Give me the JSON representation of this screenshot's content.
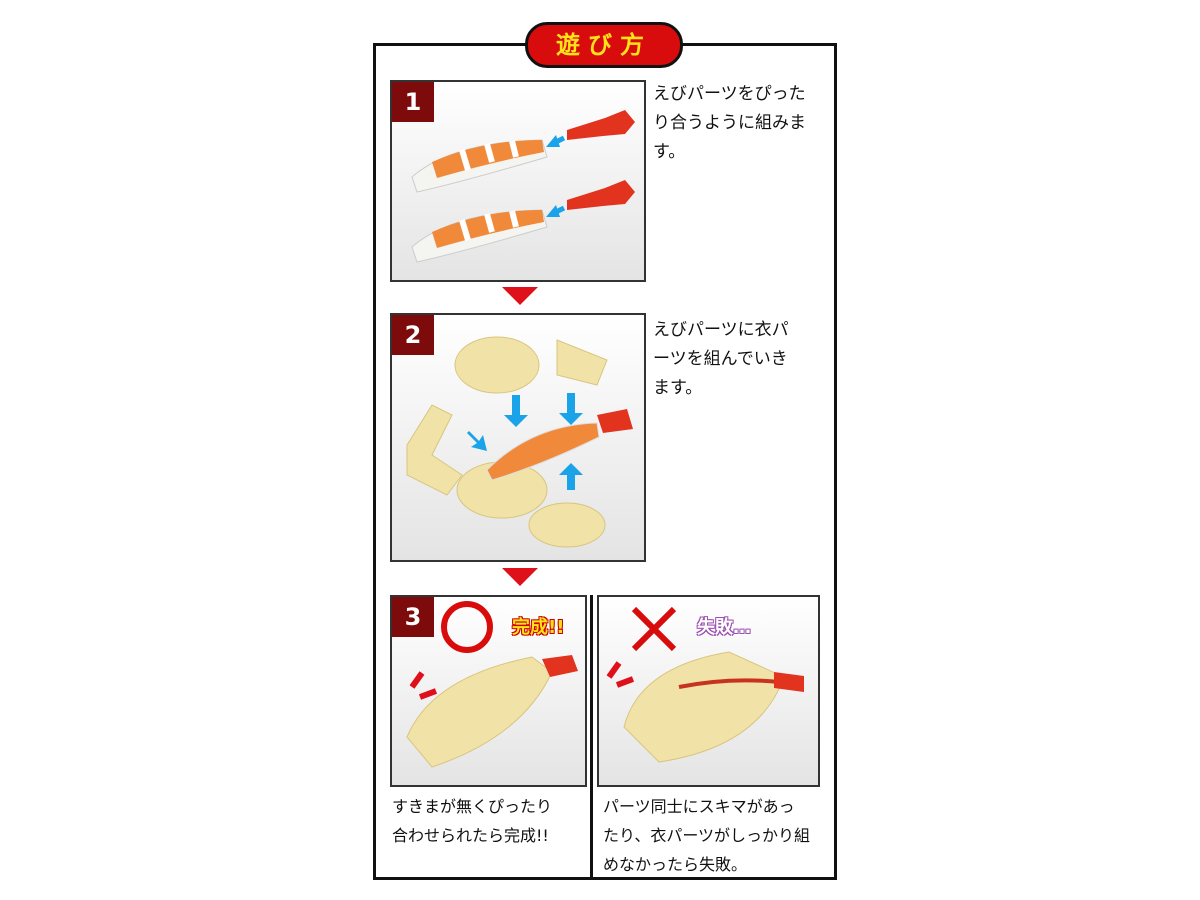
{
  "title": "遊び方",
  "steps": [
    {
      "number": "1",
      "text_lines": [
        "えびパーツをぴった",
        "り合うように組みま",
        "す。"
      ]
    },
    {
      "number": "2",
      "text_lines": [
        "えびパーツに衣パ",
        "ーツを組んでいき",
        "ます。"
      ]
    },
    {
      "number": "3"
    }
  ],
  "results": {
    "success": {
      "label": "完成!!",
      "text_lines": [
        "すきまが無くぴったり",
        "合わせられたら完成!!"
      ]
    },
    "failure": {
      "label": "失敗…",
      "text_lines": [
        "パーツ同士にスキマがあっ",
        "たり、衣パーツがしっかり組",
        "めなかったら失敗。"
      ]
    }
  },
  "colors": {
    "accent": "#d80c0c",
    "badge": "#7e0b0b",
    "title_text": "#ffe21a",
    "arrow_blue": "#1aa3e8",
    "fail_label": "#9b4fb0"
  }
}
